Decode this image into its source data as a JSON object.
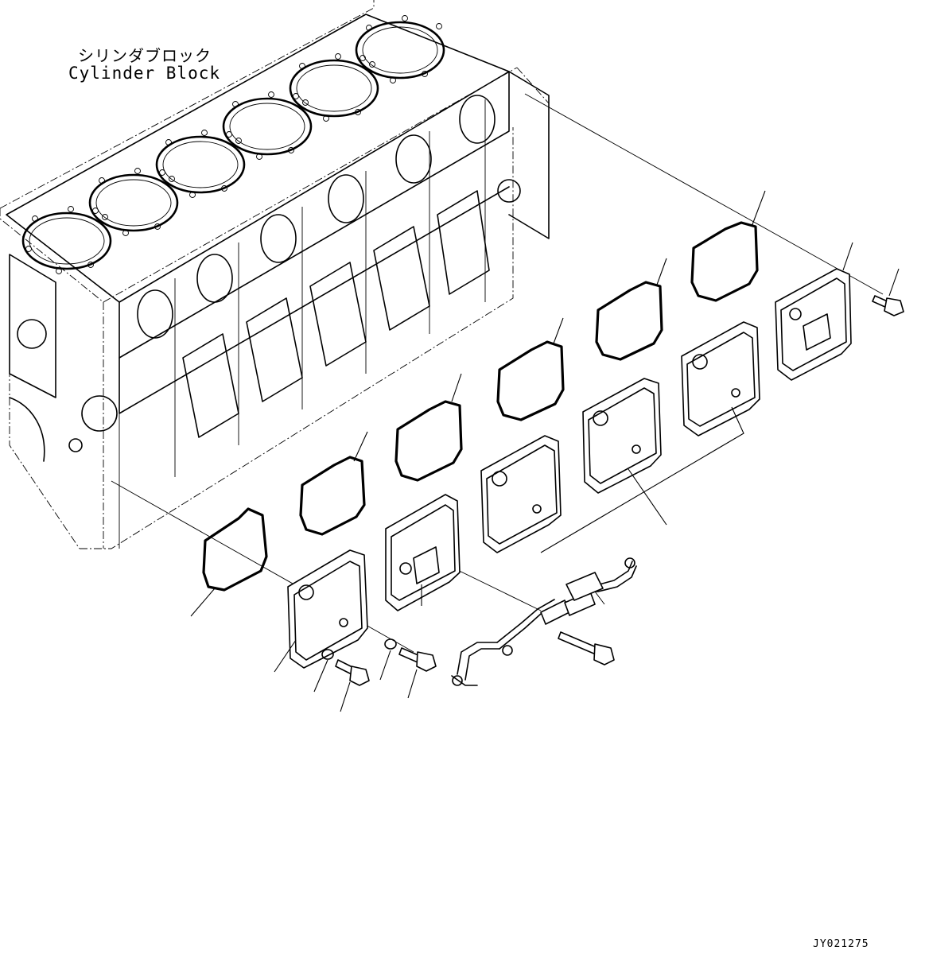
{
  "labels": {
    "cylinder_block_jp": "シリンダブロック",
    "cylinder_block_en": "Cylinder Block"
  },
  "drawing_id": "JY021275"
}
